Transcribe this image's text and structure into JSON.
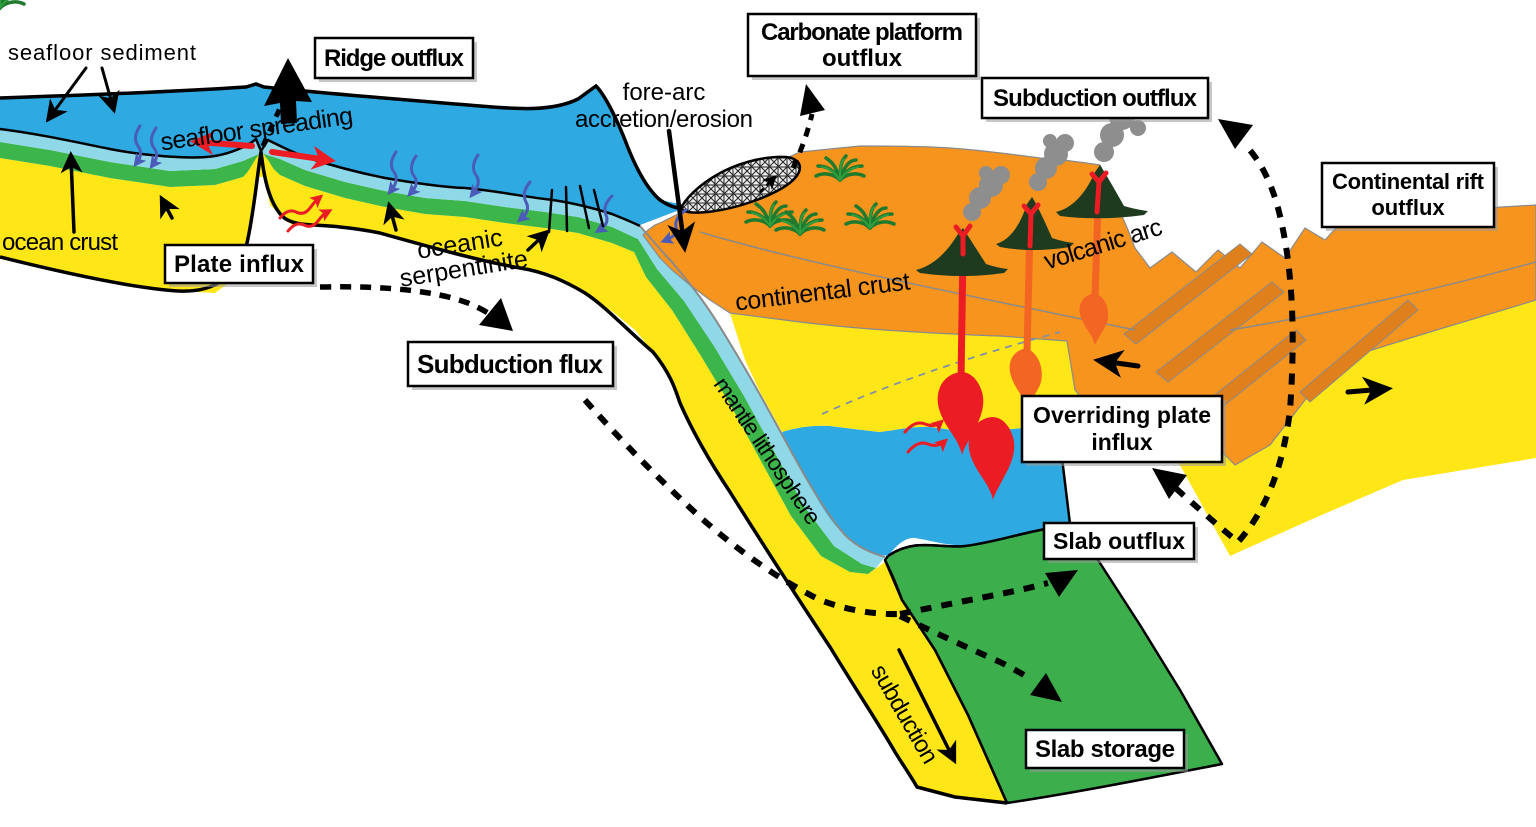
{
  "diagram": {
    "type": "geology-subduction-flux-block-diagram",
    "background": "#FFFFFF"
  },
  "boxed_labels": {
    "ridge_outflux": "Ridge outflux",
    "carbonate_line1": "Carbonate platform",
    "carbonate_line2": "outflux",
    "subduction_outflux": "Subduction outflux",
    "rift_line1": "Continental rift",
    "rift_line2": "outflux",
    "plate_influx": "Plate influx",
    "subduction_flux": "Subduction flux",
    "overriding_line1": "Overriding plate",
    "overriding_line2": "influx",
    "slab_outflux": "Slab outflux",
    "slab_storage": "Slab storage"
  },
  "plain_labels": {
    "seafloor_sediment": "seafloor sediment",
    "ocean_crust": "ocean crust",
    "seafloor_spreading": "seafloor spreading",
    "oceanic_line1": "oceanic",
    "oceanic_line2": "serpentinite",
    "forearc_line1": "fore-arc",
    "forearc_line2": "accretion/erosion",
    "continental_crust": "continental crust",
    "volcanic_arc": "volcanic arc",
    "mantle_lithosphere": "mantle lithosphere",
    "subduction": "subduction"
  },
  "colors": {
    "ocean": "#2FA9E1",
    "sediment": "#8FD8E8",
    "ocean_crust": "#3CB54A",
    "mantle": "#FFE617",
    "continental": "#F7941E",
    "continental_dark": "#E0801C",
    "slab_green": "#3CAE4C",
    "wedge_blue": "#2FA9E1",
    "volcano": "#1E3A1F",
    "smoke": "#8E8E8E",
    "magma_red": "#EC1C24",
    "magma_orange": "#F26522",
    "water_arrow": "#4A5CB8",
    "outline": "#000000",
    "gray_line": "#8A8A8A",
    "box_bg": "#FFFFFF",
    "box_border": "#000000",
    "hatch_bg": "#ECECEC",
    "palm_dark": "#1F7A2E",
    "palm_light": "#2E9E3E"
  }
}
